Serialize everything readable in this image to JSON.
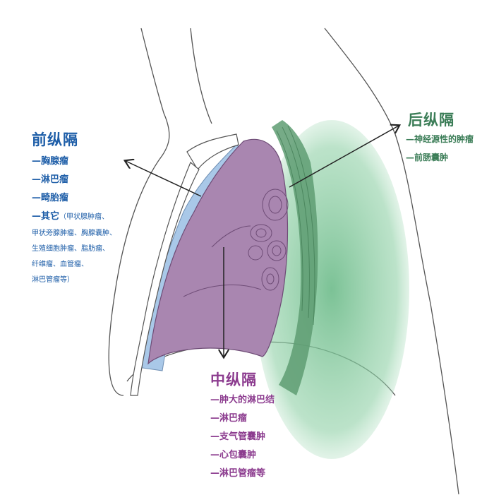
{
  "anterior": {
    "title": "前纵隔",
    "items": [
      "—胸腺瘤",
      "—淋巴瘤",
      "—畸胎瘤"
    ],
    "other_prefix": "—其它",
    "other_detail_lines": [
      "（甲状腺肿瘤、",
      "甲状旁腺肿瘤、胸腺囊肿、",
      "生殖细胞肿瘤、脂肪瘤、",
      "纤维瘤、血管瘤、",
      "淋巴管瘤等）"
    ]
  },
  "posterior": {
    "title": "后纵隔",
    "items": [
      "—神经源性的肿瘤",
      "—前肠囊肿"
    ]
  },
  "middle": {
    "title": "中纵隔",
    "items": [
      "—肿大的淋巴结",
      "—淋巴瘤",
      "—支气管囊肿",
      "—心包囊肿",
      "—淋巴管瘤等"
    ]
  },
  "colors": {
    "anterior": "#1e5ea8",
    "posterior": "#3b7d57",
    "middle": "#8c3c8f",
    "anterior_region": "#a9c8e8",
    "middle_region": "#a986b0",
    "posterior_region": "#7fc49a"
  }
}
